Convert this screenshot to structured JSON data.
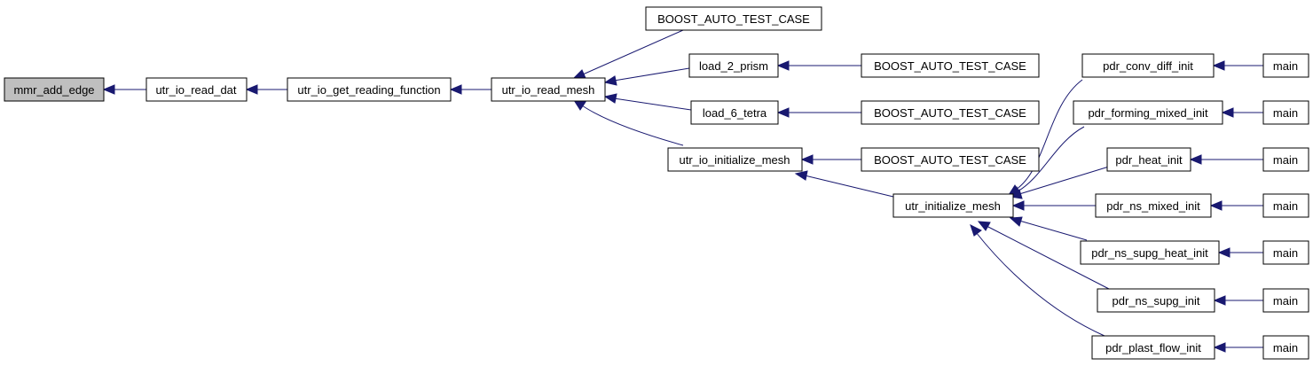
{
  "colors": {
    "edge": "#191970",
    "node_border": "#000000",
    "node_fill": "#ffffff",
    "focus_fill": "#bfbfbf"
  },
  "nodes": {
    "mmr_add_edge": "mmr_add_edge",
    "utr_io_read_dat": "utr_io_read_dat",
    "utr_io_get_reading_function": "utr_io_get_reading_function",
    "utr_io_read_mesh": "utr_io_read_mesh",
    "boost_top": "BOOST_AUTO_TEST_CASE",
    "load_2_prism": "load_2_prism",
    "boost_prism": "BOOST_AUTO_TEST_CASE",
    "load_6_tetra": "load_6_tetra",
    "boost_tetra": "BOOST_AUTO_TEST_CASE",
    "utr_io_initialize_mesh": "utr_io_initialize_mesh",
    "boost_init": "BOOST_AUTO_TEST_CASE",
    "utr_initialize_mesh": "utr_initialize_mesh",
    "pdr_conv_diff_init": "pdr_conv_diff_init",
    "pdr_forming_mixed_init": "pdr_forming_mixed_init",
    "pdr_heat_init": "pdr_heat_init",
    "pdr_ns_mixed_init": "pdr_ns_mixed_init",
    "pdr_ns_supg_heat_init": "pdr_ns_supg_heat_init",
    "pdr_ns_supg_init": "pdr_ns_supg_init",
    "pdr_plast_flow_init": "pdr_plast_flow_init",
    "main_1": "main",
    "main_2": "main",
    "main_3": "main",
    "main_4": "main",
    "main_5": "main",
    "main_6": "main",
    "main_7": "main"
  }
}
